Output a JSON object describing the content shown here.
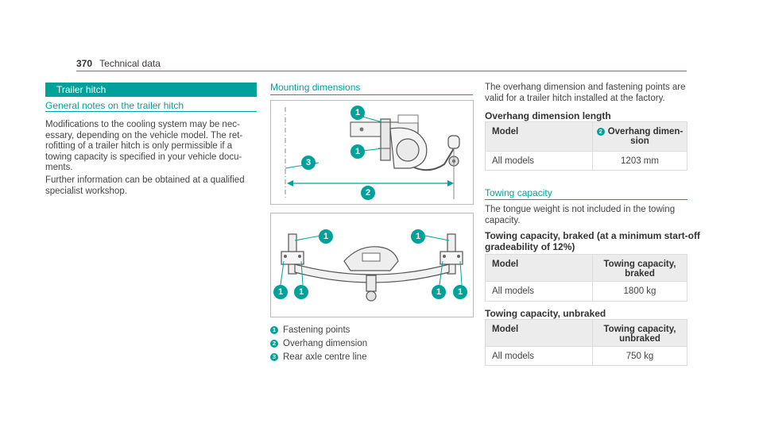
{
  "header": {
    "page_number": "370",
    "section": "Technical data"
  },
  "trailer_hitch": {
    "section_title": "Trailer hitch",
    "general_notes_title": "General notes on the trailer hitch",
    "para1_lines": [
      "Modifications to the cooling system may be nec-",
      "essary, depending on the vehicle model. The ret-",
      "rofitting of a trailer hitch is only permissible if a",
      "towing capacity is specified in your vehicle docu-",
      "ments."
    ],
    "para2_lines": [
      "Further information can be obtained at a qualified",
      "specialist workshop."
    ]
  },
  "mounting": {
    "title": "Mounting dimensions",
    "figure1_callouts": [
      "1",
      "1",
      "3",
      "2"
    ],
    "figure2_callouts": [
      "1",
      "1",
      "1",
      "1",
      "1",
      "1"
    ],
    "legend": [
      {
        "num": "1",
        "text": "Fastening points"
      },
      {
        "num": "2",
        "text": "Overhang dimension"
      },
      {
        "num": "3",
        "text": "Rear axle centre line"
      }
    ]
  },
  "overhang": {
    "intro_lines": [
      "The overhang dimension and fastening points are",
      "valid for a trailer hitch installed at the factory."
    ],
    "title": "Overhang dimension length",
    "table": {
      "col1": "Model",
      "col2_num": "2",
      "col2_line1": "Overhang dimen-",
      "col2_line2": "sion",
      "model": "All models",
      "value": "1203 mm"
    }
  },
  "towing": {
    "title": "Towing capacity",
    "intro_lines": [
      "The tongue weight is not included in the towing",
      "capacity."
    ],
    "braked_title_lines": [
      "Towing capacity, braked (at a minimum start-off",
      "gradeability of 12%)"
    ],
    "braked_table": {
      "col1": "Model",
      "col2_line1": "Towing capacity,",
      "col2_line2": "braked",
      "model": "All models",
      "value": "1800 kg"
    },
    "unbraked_title": "Towing capacity, unbraked",
    "unbraked_table": {
      "col1": "Model",
      "col2_line1": "Towing capacity,",
      "col2_line2": "unbraked",
      "model": "All models",
      "value": "750 kg"
    }
  },
  "colors": {
    "accent": "#00a19a",
    "table_header": "#ececec"
  }
}
